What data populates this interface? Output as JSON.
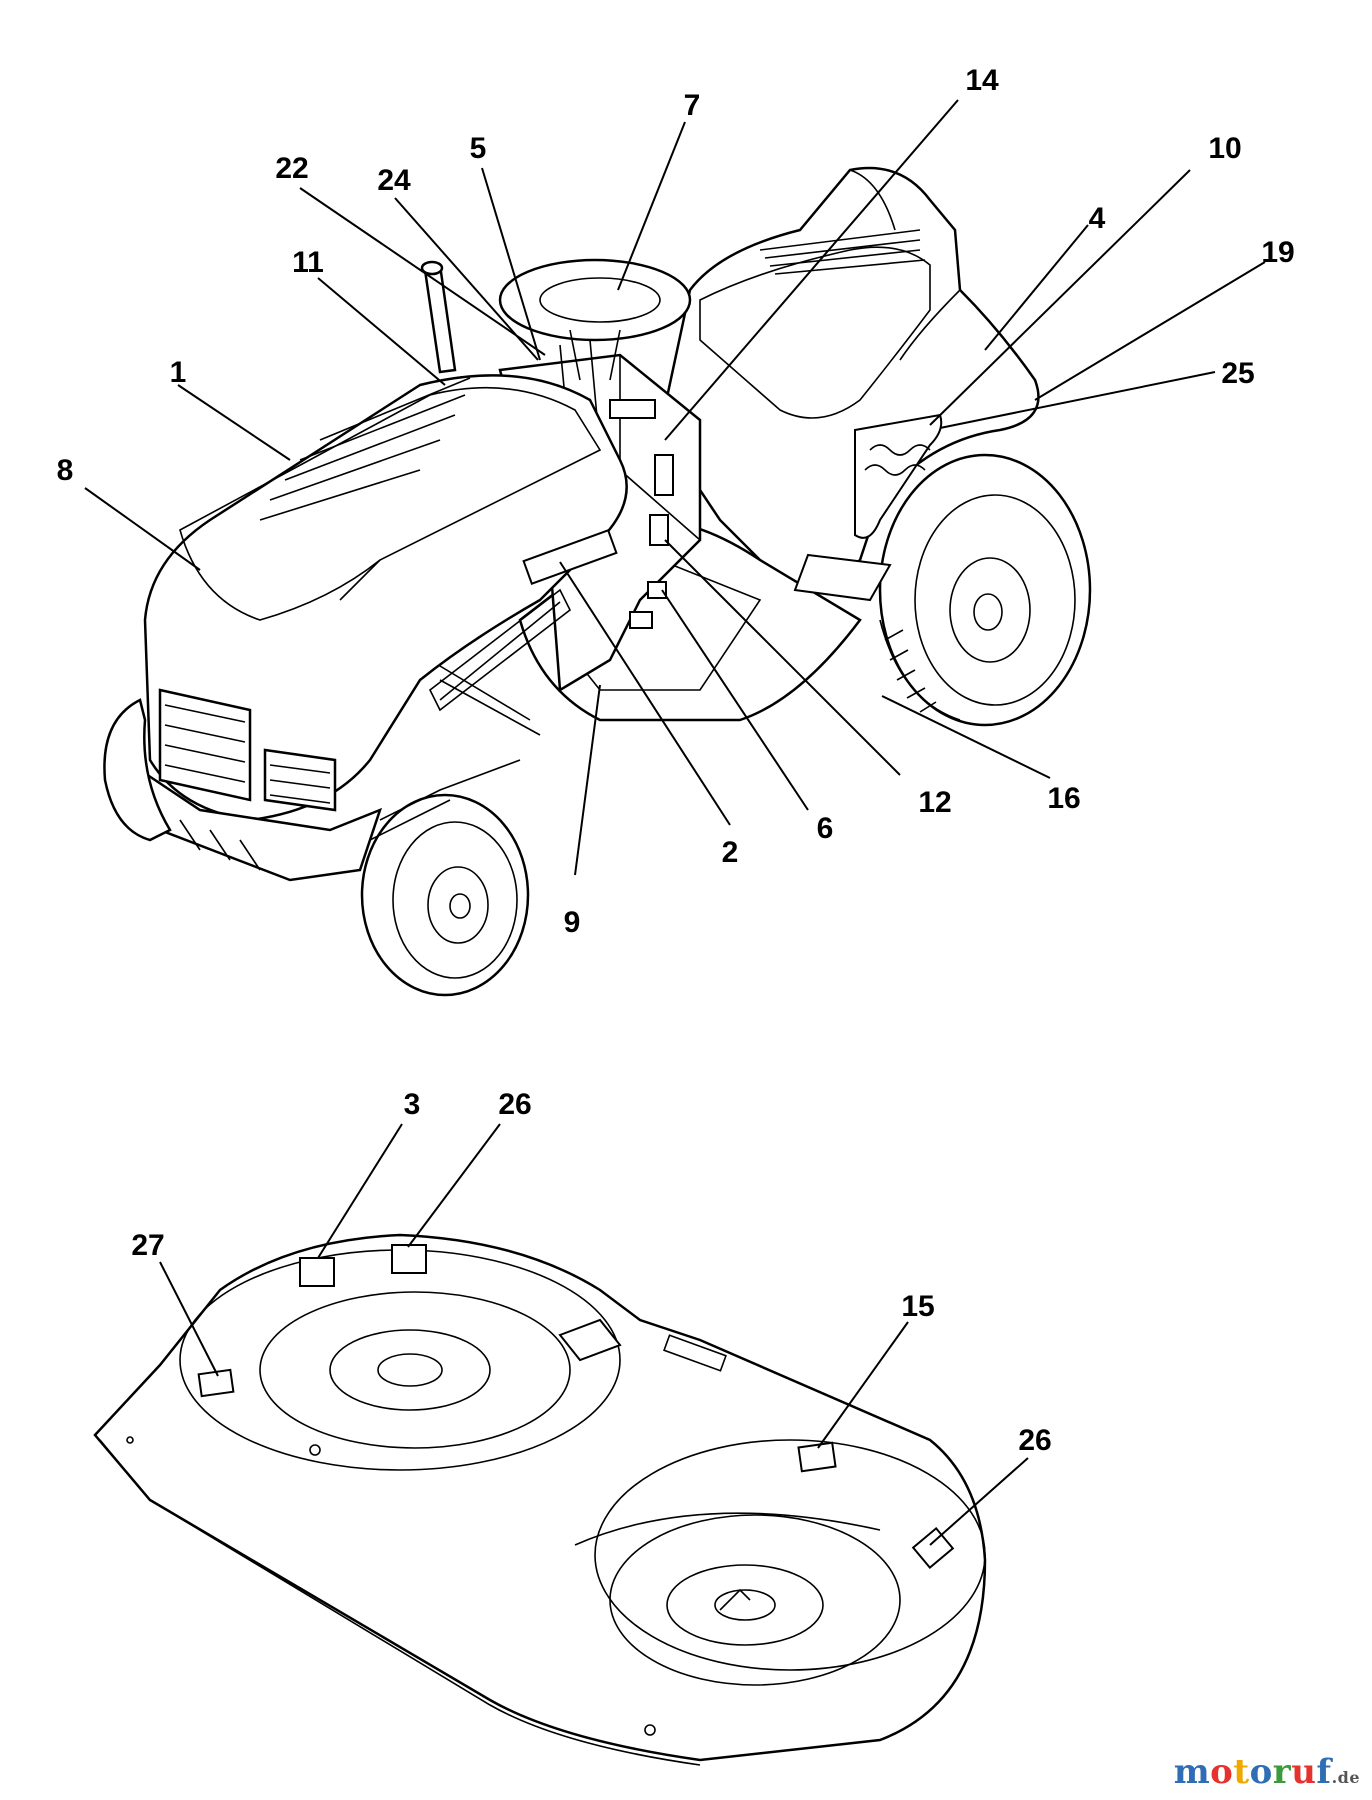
{
  "callouts": {
    "c1": "1",
    "c2": "2",
    "c3": "3",
    "c4": "4",
    "c5": "5",
    "c6": "6",
    "c7": "7",
    "c8": "8",
    "c9": "9",
    "c10": "10",
    "c11": "11",
    "c12": "12",
    "c14": "14",
    "c15": "15",
    "c16": "16",
    "c19": "19",
    "c22": "22",
    "c24": "24",
    "c25": "25",
    "c26a": "26",
    "c26b": "26",
    "c27": "27"
  },
  "watermark": {
    "letters": [
      "m",
      "o",
      "t",
      "o",
      "r",
      "u",
      "f"
    ],
    "colors": [
      "#2f6db5",
      "#e5322d",
      "#f0a800",
      "#2f6db5",
      "#3a9b3a",
      "#e5322d",
      "#2f6db5"
    ],
    "suffix": ".de"
  }
}
